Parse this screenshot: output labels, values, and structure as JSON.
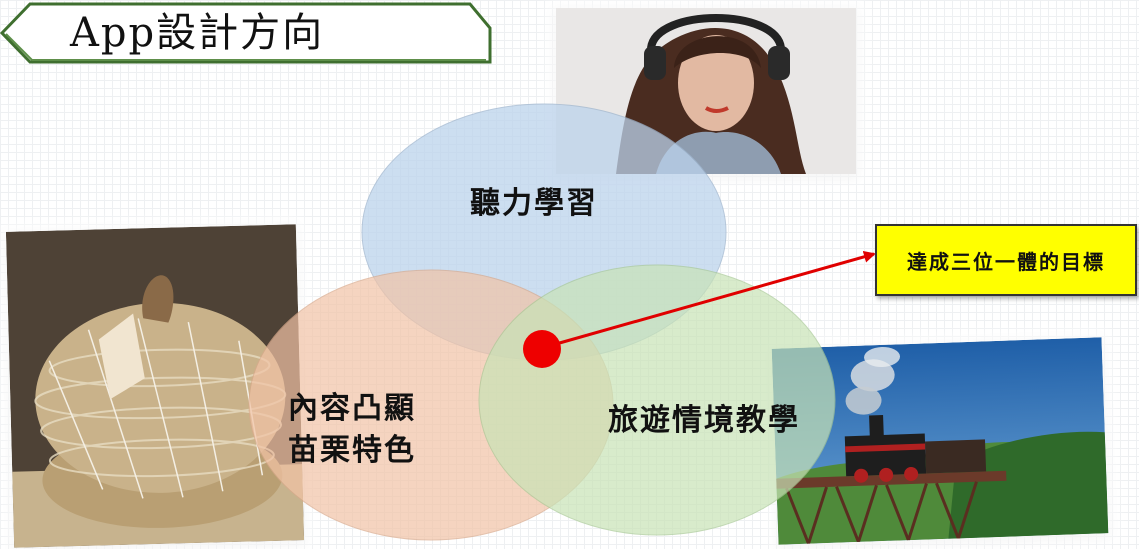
{
  "title": "App設計方向",
  "circles": [
    {
      "name": "listening",
      "label": "聽力學習",
      "color": "#bcd3ec"
    },
    {
      "name": "local",
      "label_lines": [
        "內容凸顯",
        "苗栗特色"
      ],
      "color": "#f2c3a6"
    },
    {
      "name": "travel",
      "label": "旅遊情境教學",
      "color": "#c8e3b6"
    }
  ],
  "goal": {
    "label": "達成三位一體的目標",
    "color": "#ffff00"
  },
  "center_dot_color": "#ee0000",
  "arrow_color": "#e00000",
  "photos": [
    {
      "name": "woman-with-headphones-photo"
    },
    {
      "name": "woven-basket-photo"
    },
    {
      "name": "steam-train-photo"
    }
  ]
}
